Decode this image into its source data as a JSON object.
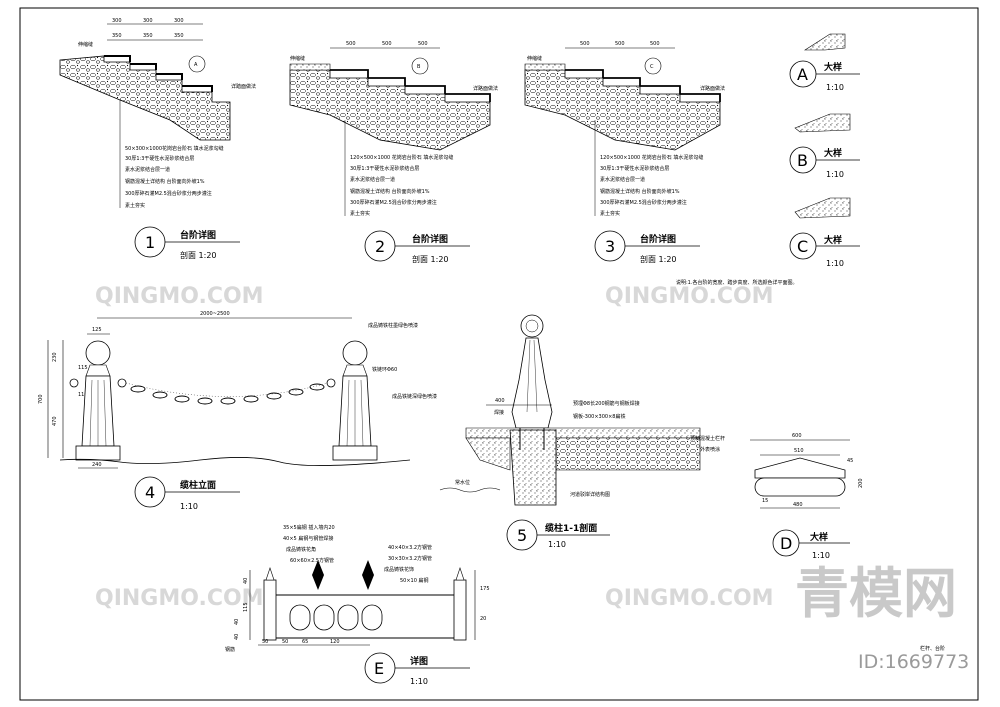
{
  "watermark": {
    "text": "QINGMO.COM",
    "big_text": "青模网",
    "id_text": "ID:1669773"
  },
  "detail1": {
    "number": "1",
    "title": "台阶详图",
    "scale": "剖面 1:20",
    "dims_top": [
      "300",
      "300",
      "300"
    ],
    "dims_top2": [
      "350",
      "350",
      "350"
    ],
    "top_label": "伸缩缝",
    "side_label": "详踏面做法",
    "notes": [
      "50×300×1000花岗岩台阶石  填水泥浆勾缝",
      "30厚1:3干硬性水泥砂浆结合层",
      "素水泥浆结合层一道",
      "钢筋混凝土详结构 台阶面向外坡1%",
      "300厚碎石灌M2.5混合砂浆分两步灌注",
      "素土夯实"
    ]
  },
  "detail2": {
    "number": "2",
    "title": "台阶详图",
    "scale": "剖面 1:20",
    "dims_top": [
      "500",
      "500",
      "500"
    ],
    "top_label": "伸缩缝",
    "side_label": "详路面做法",
    "notes": [
      "120×500×1000  花岗岩台阶石  填水泥浆勾缝",
      "30厚1:3干硬性水泥砂浆结合层",
      "素水泥浆结合层一道",
      "钢筋混凝土详结构 台阶面向外坡1%",
      "300厚碎石灌M2.5混合砂浆分两步灌注",
      "素土夯实"
    ]
  },
  "detail3": {
    "number": "3",
    "title": "台阶详图",
    "scale": "剖面 1:20",
    "dims_top": [
      "500",
      "500",
      "500"
    ],
    "top_label": "伸缩缝",
    "side_label": "详路面做法",
    "notes": [
      "120×500×1000  花岗岩台阶石  填水泥浆勾缝",
      "30厚1:3干硬性水泥砂浆结合层",
      "素水泥浆结合层一道",
      "钢筋混凝土详结构 台阶面向外坡1%",
      "300厚碎石灌M2.5混合砂浆分两步灌注",
      "素土夯实"
    ]
  },
  "bigA": {
    "letter": "A",
    "title": "大样",
    "scale": "1:10"
  },
  "bigB": {
    "letter": "B",
    "title": "大样",
    "scale": "1:10"
  },
  "bigC": {
    "letter": "C",
    "title": "大样",
    "scale": "1:10"
  },
  "note": "说明:1.各台阶的宽度、踏步高度、所选颜色详平面图。",
  "detail4": {
    "number": "4",
    "title": "缆柱立面",
    "scale": "1:10",
    "span": "2000~2500",
    "top_dim": "125",
    "dims_left": [
      "230",
      "115",
      "110",
      "470",
      "700"
    ],
    "base_dim": "240",
    "labels": [
      "成品铸铁柱墨绿色喷漆",
      "铁链环Φ60",
      "成品铁链深绿色喷漆"
    ]
  },
  "detail5": {
    "number": "5",
    "title": "缆柱1-1剖面",
    "scale": "1:10",
    "dim": "400",
    "labels": [
      "预埋Φ8长200钢筋与钢板焊接",
      "钢板-300×300×8扁铁",
      "焊接",
      "常水位",
      "河道驳岸详结构图"
    ]
  },
  "detailD": {
    "letter": "D",
    "title": "大样",
    "scale": "1:10",
    "dims": [
      "600",
      "510",
      "480",
      "45",
      "15",
      "200"
    ],
    "labels": [
      "预制混凝土栏杆",
      "外表喷涂"
    ]
  },
  "detailE": {
    "letter": "E",
    "title": "详图",
    "scale": "1:10",
    "labels": [
      "35×5扁钢 插入墙内20",
      "40×5 扁钢与钢管焊接",
      "成品铸铁花角",
      "60×60×2.5方钢管",
      "40×40×3.2方钢管",
      "30×30×3.2方钢管",
      "成品铸铁花饰",
      "50×10 扁钢",
      "钢筋"
    ],
    "dims_bottom": [
      "50",
      "50",
      "65",
      "120"
    ],
    "dims_left": [
      "40",
      "115",
      "40",
      "40"
    ],
    "dims_right": [
      "175",
      "20"
    ]
  },
  "titleblock": {
    "text": "栏杆、台阶"
  }
}
